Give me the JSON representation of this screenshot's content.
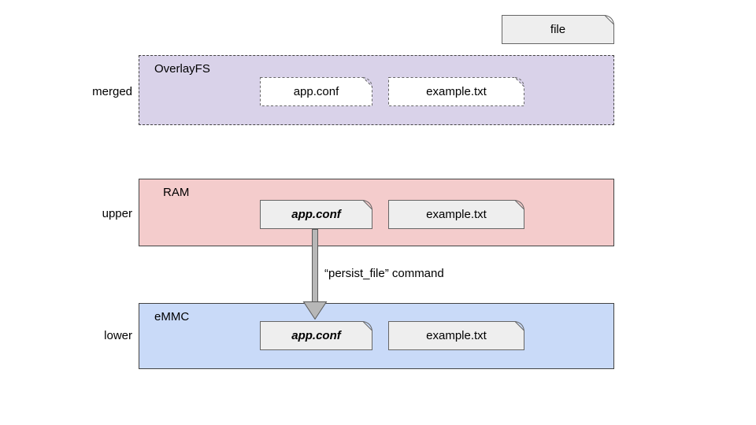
{
  "legend": {
    "label": "file"
  },
  "layers": [
    {
      "side_label": "merged",
      "title": "OverlayFS",
      "files": [
        {
          "name": "app.conf"
        },
        {
          "name": "example.txt"
        }
      ]
    },
    {
      "side_label": "upper",
      "title": "RAM",
      "files": [
        {
          "name": "app.conf"
        },
        {
          "name": "example.txt"
        }
      ]
    },
    {
      "side_label": "lower",
      "title": "eMMC",
      "files": [
        {
          "name": "app.conf"
        },
        {
          "name": "example.txt"
        }
      ]
    }
  ],
  "arrow_label": "“persist_file” command",
  "colors": {
    "merged_fill": "#d9d2e9",
    "upper_fill": "#f4cccc",
    "lower_fill": "#c9daf8",
    "file_fill": "#eeeeee",
    "merged_file_fill": "#ffffff",
    "layer_border": "#434343",
    "file_border": "#666666",
    "arrow_fill": "#b7b7b7",
    "arrow_stroke": "#595959",
    "text": "#000000"
  }
}
